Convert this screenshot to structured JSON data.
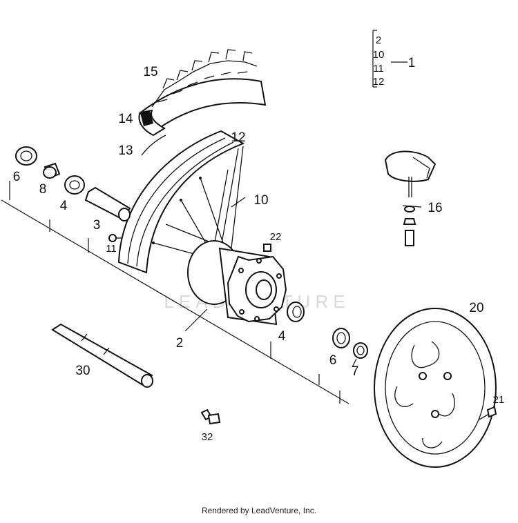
{
  "watermark": "LEADVENTURE",
  "footer": "Rendered by LeadVenture, Inc.",
  "kit": {
    "items": [
      "2",
      "10",
      "11",
      "12"
    ],
    "label": "1"
  },
  "callouts": {
    "p15": "15",
    "p14": "14",
    "p13": "13",
    "p12": "12",
    "p10": "10",
    "p6a": "6",
    "p8": "8",
    "p4a": "4",
    "p3": "3",
    "p11": "11",
    "p22": "22",
    "p16": "16",
    "p2": "2",
    "p4b": "4",
    "p20": "20",
    "p6b": "6",
    "p7": "7",
    "p30": "30",
    "p21": "21",
    "p32": "32"
  },
  "colors": {
    "ink": "#111111",
    "watermark": "#d9d9d9",
    "background": "#ffffff"
  }
}
